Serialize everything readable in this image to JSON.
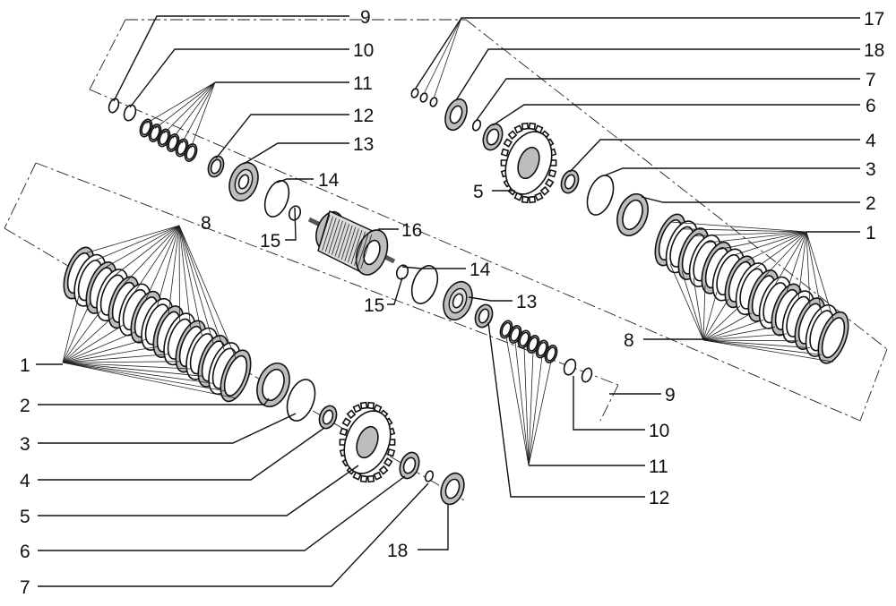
{
  "diagram": {
    "callouts": {
      "c1a": "1",
      "c1b": "1",
      "c2a": "2",
      "c2b": "2",
      "c3a": "3",
      "c3b": "3",
      "c4a": "4",
      "c4b": "4",
      "c5a": "5",
      "c5b": "5",
      "c6a": "6",
      "c6b": "6",
      "c7a": "7",
      "c7b": "7",
      "c8a": "8",
      "c8b": "8",
      "c9a": "9",
      "c9b": "9",
      "c10a": "10",
      "c10b": "10",
      "c11a": "11",
      "c11b": "11",
      "c12a": "12",
      "c12b": "12",
      "c13a": "13",
      "c13b": "13",
      "c14a": "14",
      "c14b": "14",
      "c15a": "15",
      "c15b": "15",
      "c16": "16",
      "c17": "17",
      "c18a": "18",
      "c18b": "18"
    }
  }
}
